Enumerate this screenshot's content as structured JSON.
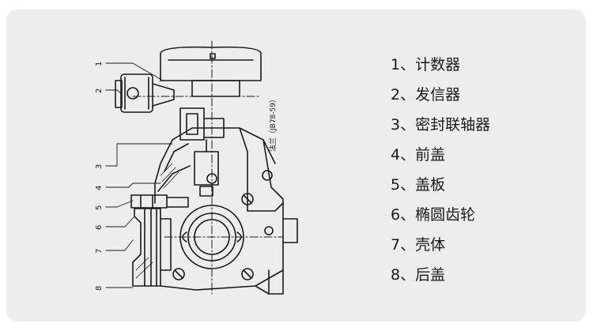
{
  "diagram": {
    "callouts": [
      "1",
      "2",
      "3",
      "4",
      "5",
      "6",
      "7",
      "8"
    ],
    "stamp_text": "法兰（JB78-59）",
    "line_color": "#1a1a1a"
  },
  "legend": [
    {
      "num": "1、",
      "label": "计数器"
    },
    {
      "num": "2、",
      "label": "发信器"
    },
    {
      "num": "3、",
      "label": "密封联轴器"
    },
    {
      "num": "4、",
      "label": "前盖"
    },
    {
      "num": "5、",
      "label": "盖板"
    },
    {
      "num": "6、",
      "label": "椭圆齿轮"
    },
    {
      "num": "7、",
      "label": "壳体"
    },
    {
      "num": "8、",
      "label": "后盖"
    }
  ]
}
